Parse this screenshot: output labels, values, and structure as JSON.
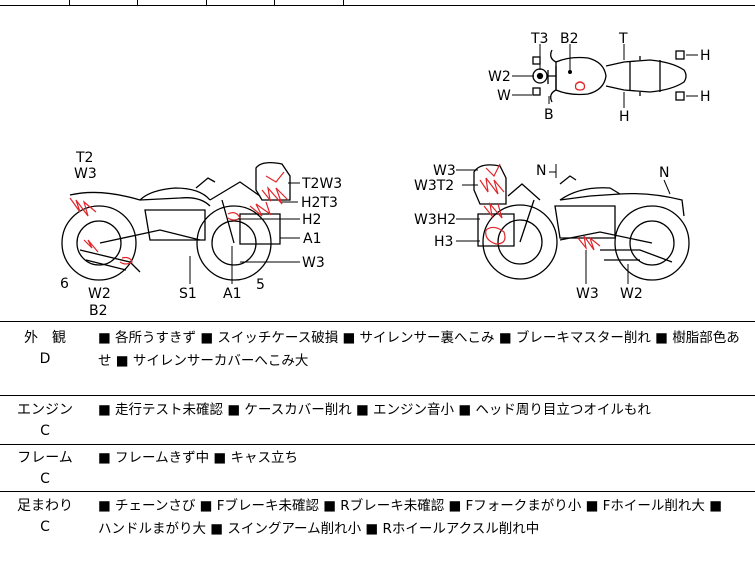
{
  "labels": {
    "top_view": [
      "T3",
      "B2",
      "T",
      "W2",
      "W",
      "B",
      "H",
      "H",
      "H"
    ],
    "left_view": [
      "T2",
      "W3",
      "T2W3",
      "H2T3",
      "H2",
      "A1",
      "W3",
      "6",
      "W2",
      "B2",
      "S1",
      "A1",
      "5"
    ],
    "right_view": [
      "W3",
      "W3T2",
      "N",
      "N",
      "W3H2",
      "H3",
      "W3",
      "W2"
    ]
  },
  "inspection": [
    {
      "category": "外　観",
      "grade": "D",
      "line1": "■ 各所うすきず ■ スイッチケース破損 ■ サイレンサー裏へこみ ■ ブレーキマスター削れ ■ 樹脂部色あ",
      "line2": "せ ■ サイレンサーカバーへこみ大"
    },
    {
      "category": "エンジン",
      "grade": "C",
      "line1": "■ 走行テスト未確認 ■ ケースカバー削れ ■ エンジン音小 ■ ヘッド周り目立つオイルもれ",
      "line2": ""
    },
    {
      "category": "フレーム",
      "grade": "C",
      "line1": "■ フレームきず中 ■ キャス立ち",
      "line2": ""
    },
    {
      "category": "足まわり",
      "grade": "C",
      "line1": "■ チェーンさび ■ Fブレーキ未確認 ■ Rブレーキ未確認 ■ Fフォークまがり小 ■ Fホイール削れ大 ■",
      "line2": "ハンドルまがり大 ■ スイングアーム削れ小 ■ Rホイールアクスル削れ中"
    }
  ],
  "colors": {
    "line": "#000000",
    "damage": "#e0262a",
    "sketch": "#555555"
  }
}
